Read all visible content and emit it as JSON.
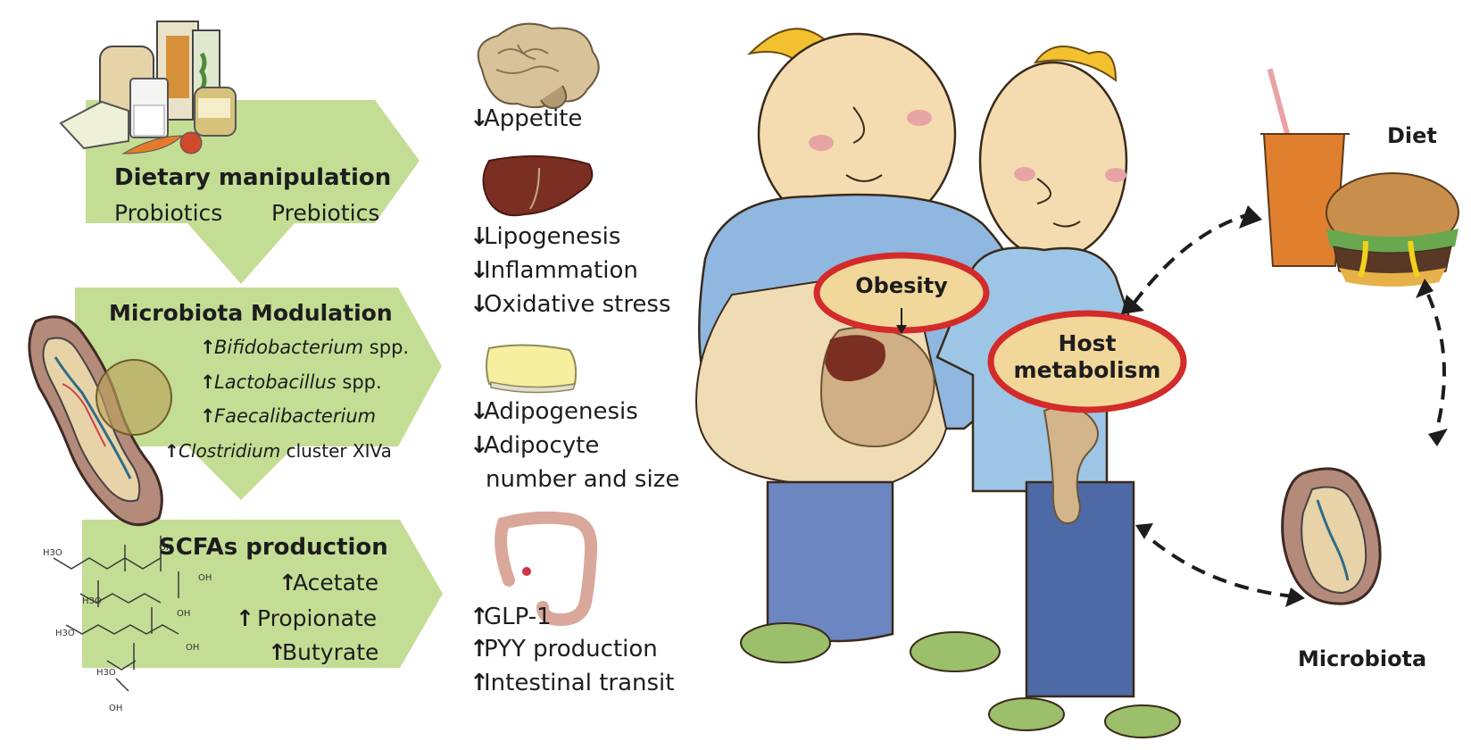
{
  "colors": {
    "panel_green": "#c4dd95",
    "obesity_ring": "#d32a2a",
    "oval_fill": "#f1d79a",
    "shirt_blue": "#8fb7df",
    "pants_blue": "#6c86c2"
  },
  "arrows": {
    "up": "↑",
    "down": "↓"
  },
  "dietary": {
    "title": "Dietary manipulation",
    "probiotics": "Probiotics",
    "prebiotics": "Prebiotics"
  },
  "microbiota_mod": {
    "title": "Microbiota Modulation",
    "items": [
      {
        "name": "Bifidobacterium",
        "suffix": " spp."
      },
      {
        "name": "Lactobacillus",
        "suffix": " spp."
      },
      {
        "name": "Faecalibacterium",
        "suffix": ""
      },
      {
        "name": "Clostridium",
        "suffix": " cluster XIVa"
      }
    ]
  },
  "scfa": {
    "title": "SCFAs production",
    "items": [
      "Acetate",
      "Propionate",
      "Butyrate"
    ]
  },
  "effects": {
    "brain": [
      "Appetite"
    ],
    "liver": [
      "Lipogenesis",
      "Inflammation",
      "Oxidative stress"
    ],
    "adipose": [
      "Adipogenesis",
      "Adipocyte",
      "number and size"
    ],
    "gut": [
      "GLP-1",
      "PYY production",
      "Intestinal transit"
    ]
  },
  "ovals": {
    "obesity": "Obesity",
    "host_line1": "Host",
    "host_line2": "metabolism"
  },
  "cycle": {
    "diet": "Diet",
    "microbiota": "Microbiota"
  },
  "icons": [
    "food-group-icon",
    "intestine-villi-icon",
    "scfa-molecules-icon",
    "brain-icon",
    "liver-icon",
    "adipose-tissue-icon",
    "colon-icon",
    "obese-child-icon",
    "lean-child-icon",
    "burger-drink-icon",
    "cycle-arrows-icon"
  ]
}
